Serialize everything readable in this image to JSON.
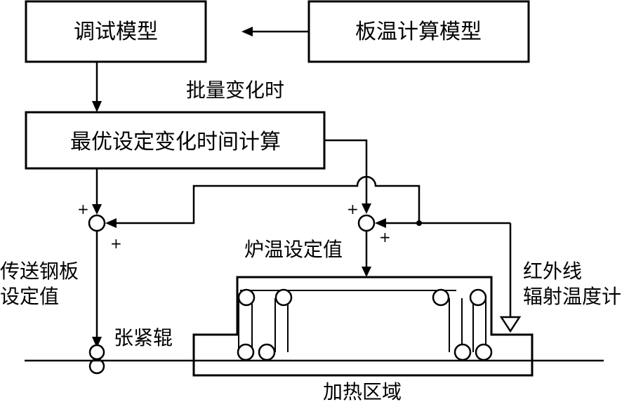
{
  "blocks": {
    "tuning_model": "调试模型",
    "plate_temp_model": "板温计算模型",
    "optimal_time_calc": "最优设定变化时间计算"
  },
  "labels": {
    "batch_change": "批量变化时",
    "furnace_setpoint": "炉温设定值",
    "strip_setpoint_line1": "传送钢板",
    "strip_setpoint_line2": "设定值",
    "tension_roll": "张紧辊",
    "ir_thermometer_line1": "红外线",
    "ir_thermometer_line2": "辐射温度计",
    "heating_zone": "加热区域"
  },
  "signs": {
    "left_top": "+",
    "left_right": "+",
    "right_top": "+",
    "right_right": "+"
  }
}
